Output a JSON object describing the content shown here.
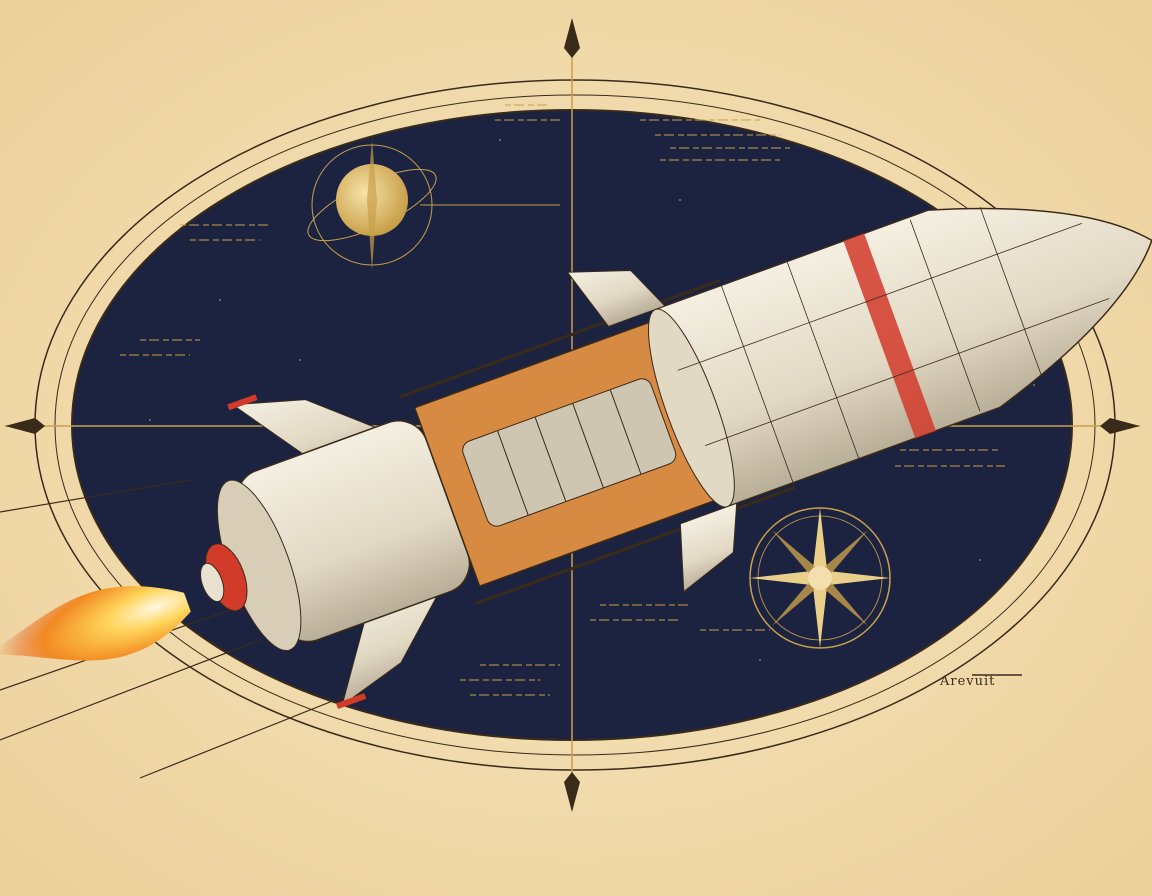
{
  "artwork": {
    "subject": "vintage blueprint-style cutaway illustration of a rocket in flight",
    "signature": "Arevuit",
    "colors": {
      "paper": "#f3deb0",
      "panel": "#1c2340",
      "gold_line": "#c9a04a",
      "hull": "#e9e1cf",
      "hull_shade": "#b9ae98",
      "accent_red": "#d23a2a",
      "interior": "#d68a42",
      "flame": "#f59a2a",
      "ink": "#3a2a1a"
    },
    "elements": [
      "oval-star-chart-panel",
      "planet-diagram",
      "compass-rose",
      "rocket-cutaway",
      "exhaust-flame",
      "crosshair-axes",
      "annotation-script-blocks"
    ]
  }
}
